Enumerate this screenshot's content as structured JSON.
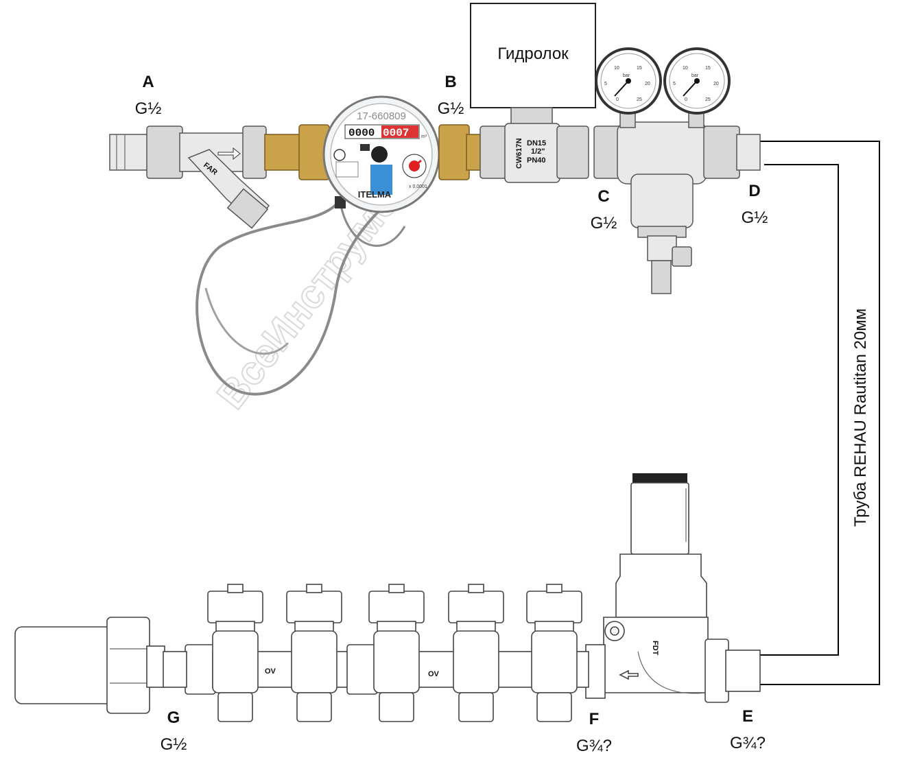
{
  "hydrolock_label": "Гидролок",
  "pipe_label": "Труба REHAU Rautitan 20мм",
  "watermark": "ВсеИнструменты",
  "points": [
    {
      "letter": "A",
      "size": "G½"
    },
    {
      "letter": "B",
      "size": "G½"
    },
    {
      "letter": "C",
      "size": "G½"
    },
    {
      "letter": "D",
      "size": "G½"
    },
    {
      "letter": "E",
      "size": "G¾?"
    },
    {
      "letter": "F",
      "size": "G¾?"
    },
    {
      "letter": "G",
      "size": "G½"
    }
  ],
  "meter": {
    "serial": "17-660809",
    "digits": "0000",
    "red_digits": "0007",
    "unit": "m³",
    "brand": "ITELMA",
    "multiplier": "x 0,0001"
  },
  "ball_valve": {
    "model": "CW617N",
    "dn": "DN15",
    "size": "1/2\"",
    "pn": "PN40"
  },
  "filter_brand": "FAR",
  "gauges": {
    "unit": "bar",
    "ticks": [
      "0",
      "5",
      "10",
      "15",
      "20",
      "25"
    ]
  },
  "manifold_marks": [
    "OV",
    "OV"
  ],
  "colors": {
    "brass": "#c9a24a",
    "meter_blue": "#3b8fd6",
    "pointer_red": "#e02020",
    "pipe": "#000000"
  }
}
